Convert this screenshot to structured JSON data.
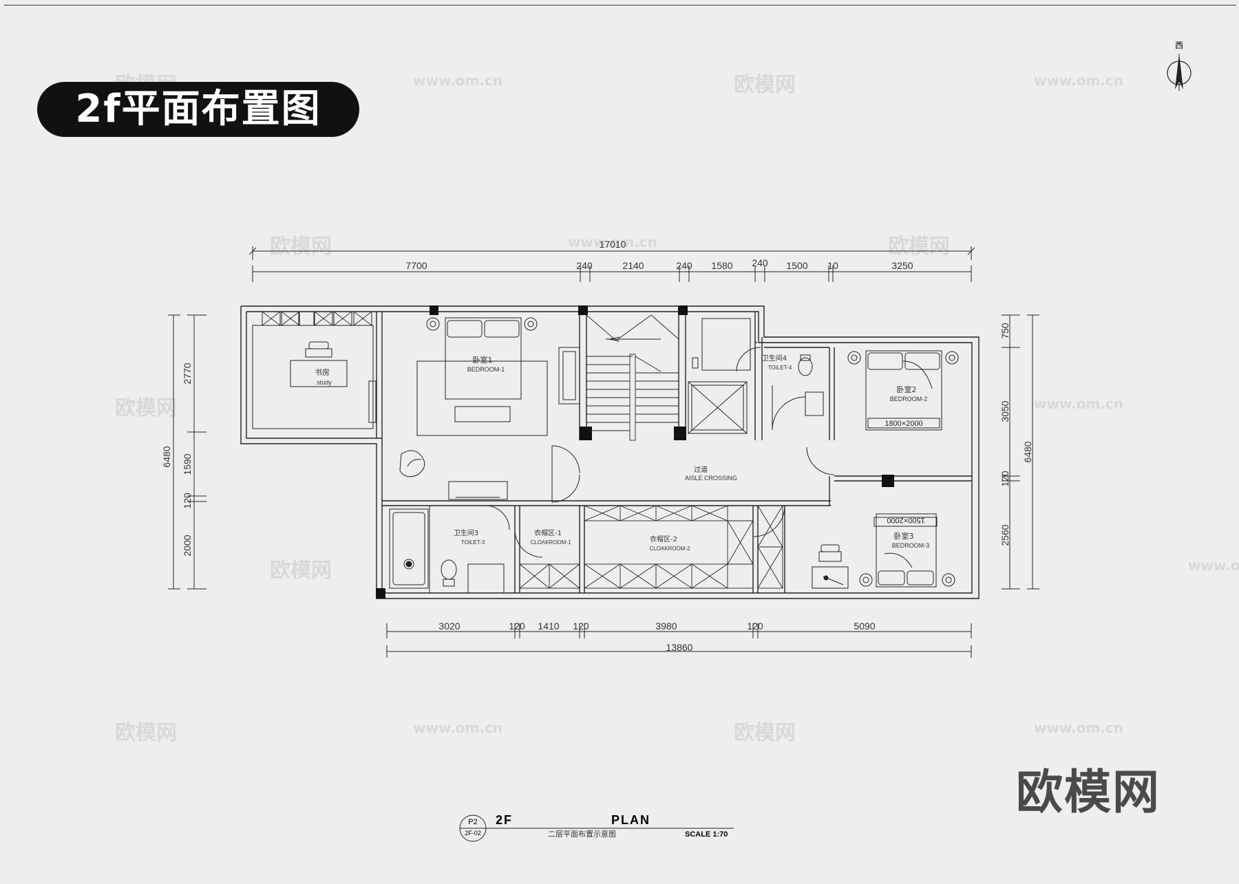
{
  "title": "2f平面布置图",
  "north_label": "西",
  "dimensions": {
    "top_total": "17010",
    "top": [
      "7700",
      "240",
      "2140",
      "240",
      "1580",
      "240",
      "1500",
      "10",
      "3250"
    ],
    "bottom": [
      "3020",
      "120",
      "1410",
      "120",
      "3980",
      "120",
      "5090"
    ],
    "bottom_total": "13860",
    "left": [
      "2770",
      "1590",
      "120",
      "2000"
    ],
    "left_total": "6480",
    "right": [
      "750",
      "3050",
      "120",
      "2560"
    ],
    "right_total": "6480"
  },
  "rooms": {
    "study_cn": "书房",
    "study_en": "study",
    "bedroom1_cn": "卧室1",
    "bedroom1_en": "BEDROOM-1",
    "toilet4_cn": "卫生间4",
    "toilet4_en": "TOILET-4",
    "bedroom2_cn": "卧室2",
    "bedroom2_en": "BEDROOM-2",
    "bed2_size": "1800×2000",
    "aisle_cn": "过道",
    "aisle_en": "AISLE CROSSING",
    "toilet3_cn": "卫生间3",
    "toilet3_en": "TOILET-3",
    "cloak1_cn": "衣帽区-1",
    "cloak1_en": "CLOAKROOM-1",
    "cloak2_cn": "衣帽区-2",
    "cloak2_en": "CLOAKROOM-2",
    "bedroom3_cn": "卧室3",
    "bedroom3_en": "BEDROOM-3",
    "bed3_size": "1500×2000"
  },
  "title_block": {
    "code": "P2",
    "sheet": "2F-02",
    "floor": "2F",
    "plan": "PLAN",
    "desc": "二层平面布置示意图",
    "scale": "SCALE 1:70"
  },
  "watermark": {
    "brand": "欧模网",
    "url": "www.om.cn"
  }
}
